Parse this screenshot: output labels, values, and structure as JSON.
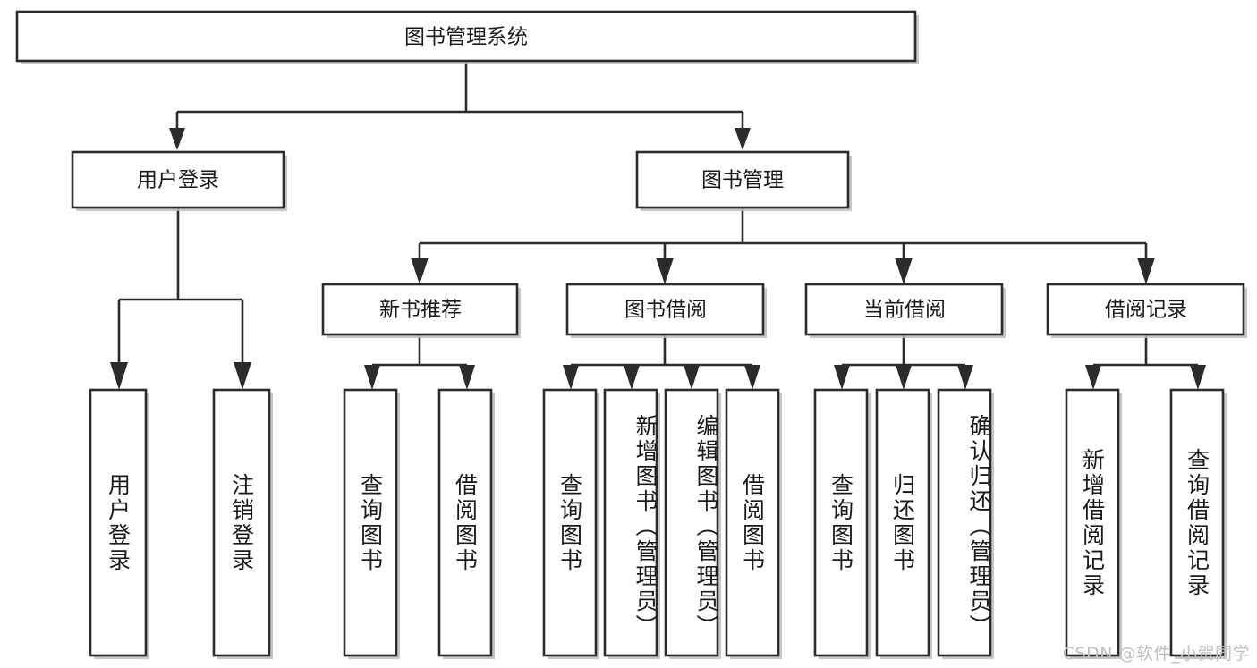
{
  "diagram": {
    "type": "tree-hierarchy-chart",
    "title": "图书管理系统",
    "root": {
      "id": "root",
      "label": "图书管理系统",
      "orientation": "horizontal"
    },
    "level2": [
      {
        "id": "user-login",
        "label": "用户登录",
        "orientation": "horizontal"
      },
      {
        "id": "book-management",
        "label": "图书管理",
        "orientation": "horizontal"
      }
    ],
    "level3": [
      {
        "id": "new-book-recommend",
        "label": "新书推荐",
        "orientation": "horizontal",
        "parent": "book-management"
      },
      {
        "id": "book-borrow",
        "label": "图书借阅",
        "orientation": "horizontal",
        "parent": "book-management"
      },
      {
        "id": "current-borrow",
        "label": "当前借阅",
        "orientation": "horizontal",
        "parent": "book-management"
      },
      {
        "id": "borrow-record",
        "label": "借阅记录",
        "orientation": "horizontal",
        "parent": "book-management"
      }
    ],
    "leaves": {
      "user-login": [
        {
          "id": "leaf-user-login",
          "label": "用户登录"
        },
        {
          "id": "leaf-logout-login",
          "label": "注销登录"
        }
      ],
      "new-book-recommend": [
        {
          "id": "leaf-query-book-1",
          "label": "查询图书"
        },
        {
          "id": "leaf-borrow-book-1",
          "label": "借阅图书"
        }
      ],
      "book-borrow": [
        {
          "id": "leaf-query-book-2",
          "label": "查询图书"
        },
        {
          "id": "leaf-add-book",
          "label": "新增图书（管理员）"
        },
        {
          "id": "leaf-edit-book",
          "label": "编辑图书（管理员）"
        },
        {
          "id": "leaf-borrow-book-2",
          "label": "借阅图书"
        }
      ],
      "current-borrow": [
        {
          "id": "leaf-query-book-3",
          "label": "查询图书"
        },
        {
          "id": "leaf-return-book",
          "label": "归还图书"
        },
        {
          "id": "leaf-confirm-return",
          "label": "确认归还（管理员）"
        }
      ],
      "borrow-record": [
        {
          "id": "leaf-add-record",
          "label": "新增借阅记录"
        },
        {
          "id": "leaf-query-record",
          "label": "查询借阅记录"
        }
      ]
    },
    "colors": {
      "stroke": "#2b2b2b",
      "fill": "#ffffff",
      "text": "#1a1a1a",
      "shadow": "#bdbdbd",
      "watermark": "#bfbfbf"
    }
  },
  "watermark": {
    "text": "CSDN @软件_小贺同学"
  }
}
